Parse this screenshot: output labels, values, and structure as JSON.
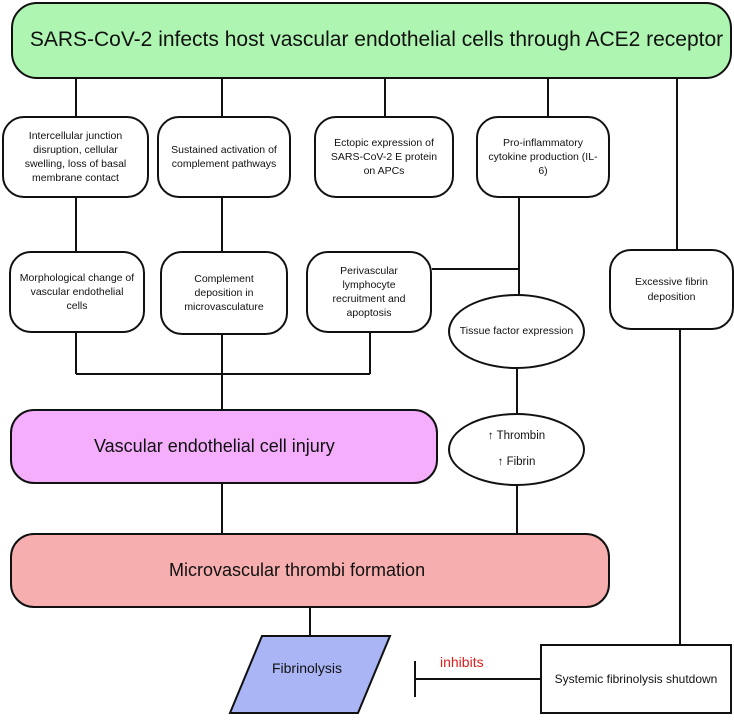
{
  "title": "SARS-CoV-2 infects host vascular endothelial cells through ACE2 receptor",
  "row1": {
    "junction": "Intercellular junction disruption, cellular swelling, loss of basal membrane contact",
    "complement": "Sustained activation of complement pathways",
    "ectopic": "Ectopic expression of SARS-CoV-2 E protein on APCs",
    "proinflammatory": "Pro-inflammatory cytokine production (IL-6)"
  },
  "row2": {
    "morph": "Morphological change of vascular endothelial cells",
    "compdep": "Complement deposition in microvasculature",
    "periv": "Perivascular lymphocyte recruitment and apoptosis",
    "fibrin_dep": "Excessive fibrin deposition"
  },
  "tissue_factor": "Tissue factor expression",
  "thrombin": "↑ Thrombin",
  "fibrin": "↑ Fibrin",
  "injury": "Vascular endothelial cell injury",
  "thrombi": "Microvascular thrombi formation",
  "fibrinolysis": "Fibrinolysis",
  "shutdown": "Systemic fibrinolysis shutdown",
  "inhibits": "inhibits",
  "colors": {
    "top": "#aff5b2",
    "injury": "#f4aefc",
    "thrombi": "#f7aeae",
    "fibrinolysis": "#a9b5f5",
    "inhibits": "#e11c1c"
  }
}
